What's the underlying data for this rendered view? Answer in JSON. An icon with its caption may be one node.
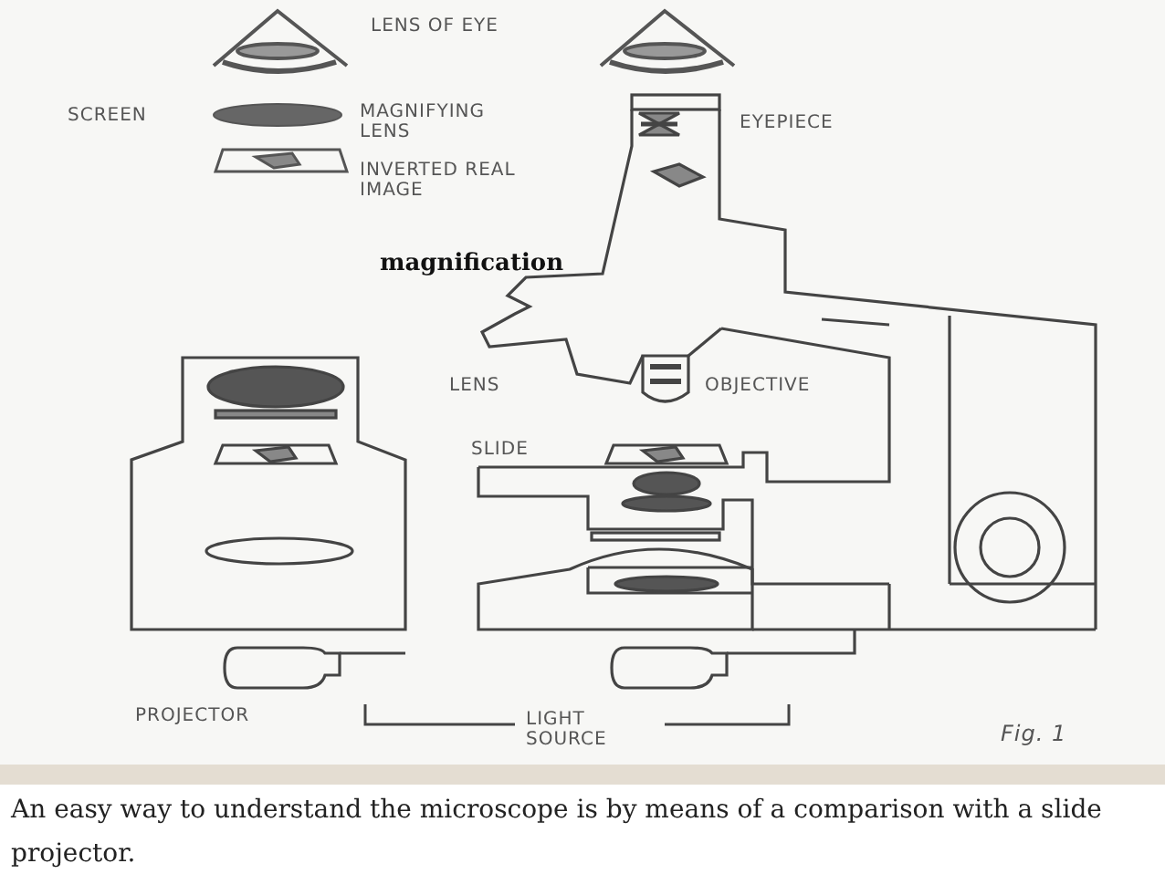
{
  "diagram": {
    "caption": "An easy way to understand the microscope is by means of a comparison with a slide projector.",
    "labels": [
      "LENS OF EYE",
      "SCREEN",
      "MAGNIFYING LENS",
      "EYEPIECE",
      "INVERTED REAL IMAGE",
      "magnification",
      "LENS",
      "OBJECTIVE",
      "SLIDE",
      "PROJECTOR",
      "LIGHT SOURCE",
      "Fig. 1"
    ]
  }
}
